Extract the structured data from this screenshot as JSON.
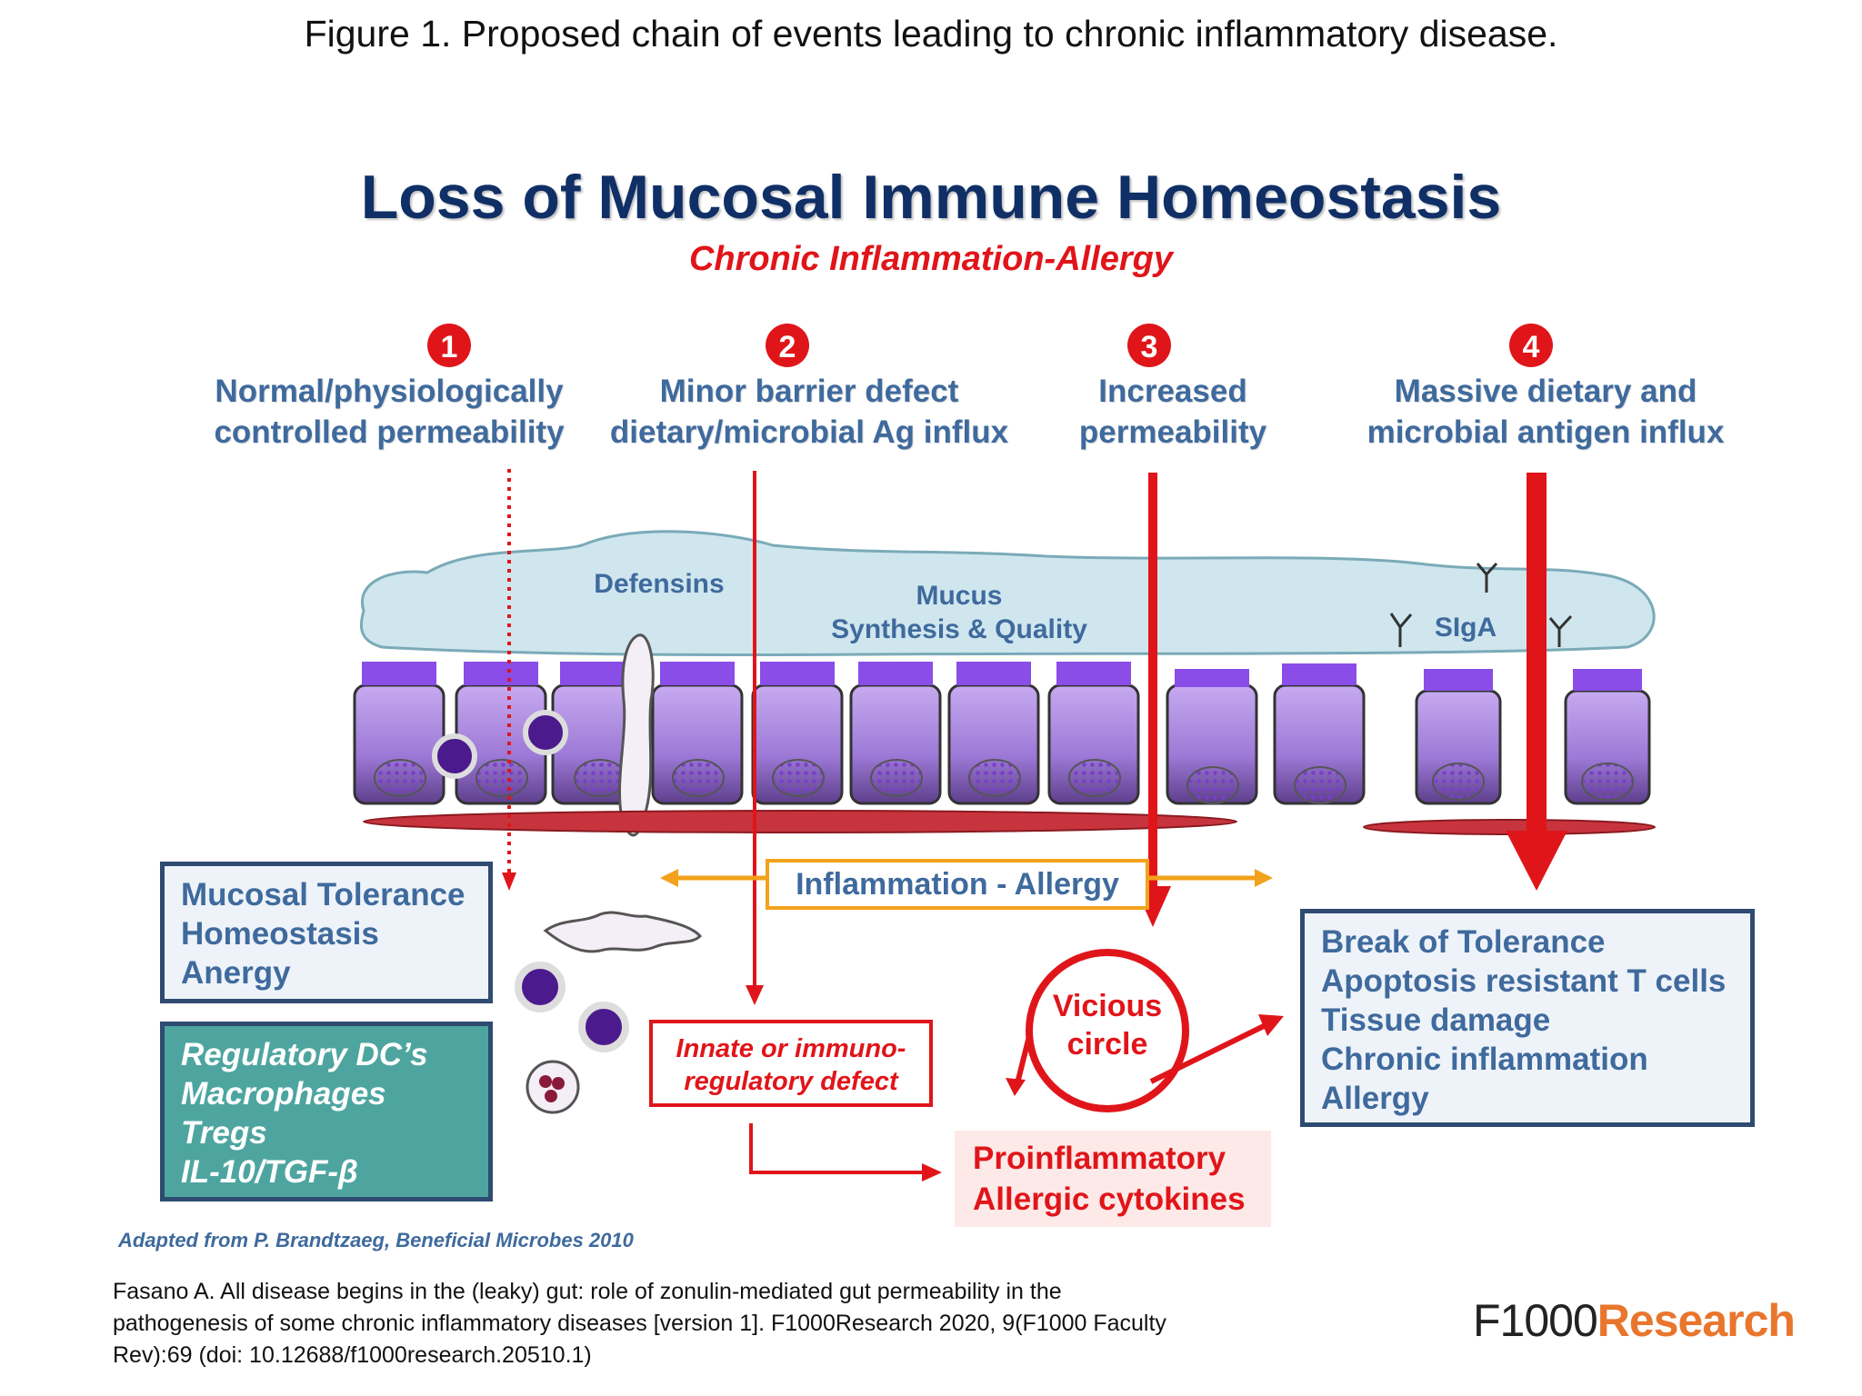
{
  "caption": "Figure 1. Proposed chain of events leading to chronic inflammatory disease.",
  "figure": {
    "title": "Loss of Mucosal Immune Homeostasis",
    "subtitle": "Chronic Inflammation-Allergy",
    "steps": [
      {
        "number": "1",
        "line1": "Normal/physiologically",
        "line2": "controlled permeability"
      },
      {
        "number": "2",
        "line1": "Minor barrier defect",
        "line2": "dietary/microbial Ag influx"
      },
      {
        "number": "3",
        "line1": "Increased",
        "line2": "permeability"
      },
      {
        "number": "4",
        "line1": "Massive dietary and",
        "line2": "microbial antigen influx"
      }
    ],
    "mucus_labels": {
      "defensins": "Defensins",
      "mucus": "Mucus",
      "synthesis": "Synthesis & Quality",
      "siga": "SIgA"
    },
    "inflammation_label": "Inflammation - Allergy",
    "tolerance_box": [
      "Mucosal Tolerance",
      "Homeostasis",
      "Anergy"
    ],
    "regulatory_box": [
      "Regulatory DC’s",
      "Macrophages",
      "Tregs",
      "IL-10/TGF-β"
    ],
    "innate_box": [
      "Innate or immuno-",
      "regulatory defect"
    ],
    "vicious_circle": [
      "Vicious",
      "circle"
    ],
    "proinflammatory_box": [
      "Proinflammatory",
      "Allergic cytokines"
    ],
    "break_box": [
      "Break of Tolerance",
      "Apoptosis resistant T cells",
      "Tissue damage",
      "Chronic inflammation",
      "Allergy"
    ],
    "attribution": "Adapted from P. Brandtzaeg, Beneficial Microbes 2010"
  },
  "citation": "Fasano A. All disease begins in the (leaky) gut: role of zonulin-mediated gut permeability in the pathogenesis of some chronic inflammatory diseases [version 1]. F1000Research 2020, 9(F1000 Faculty Rev):69 (doi: 10.12688/f1000research.20510.1)",
  "logo": {
    "part1": "F1000",
    "part2": "Research"
  },
  "colors": {
    "title": "#0f2f66",
    "accent_red": "#e0151a",
    "label_blue": "#3f6a9d",
    "mucus": "#cfe6ee",
    "cell": "#a985e0",
    "microvilli": "#8a4de8",
    "teal_box": "#4ea5a0",
    "orange_arrow": "#f2a21b"
  }
}
